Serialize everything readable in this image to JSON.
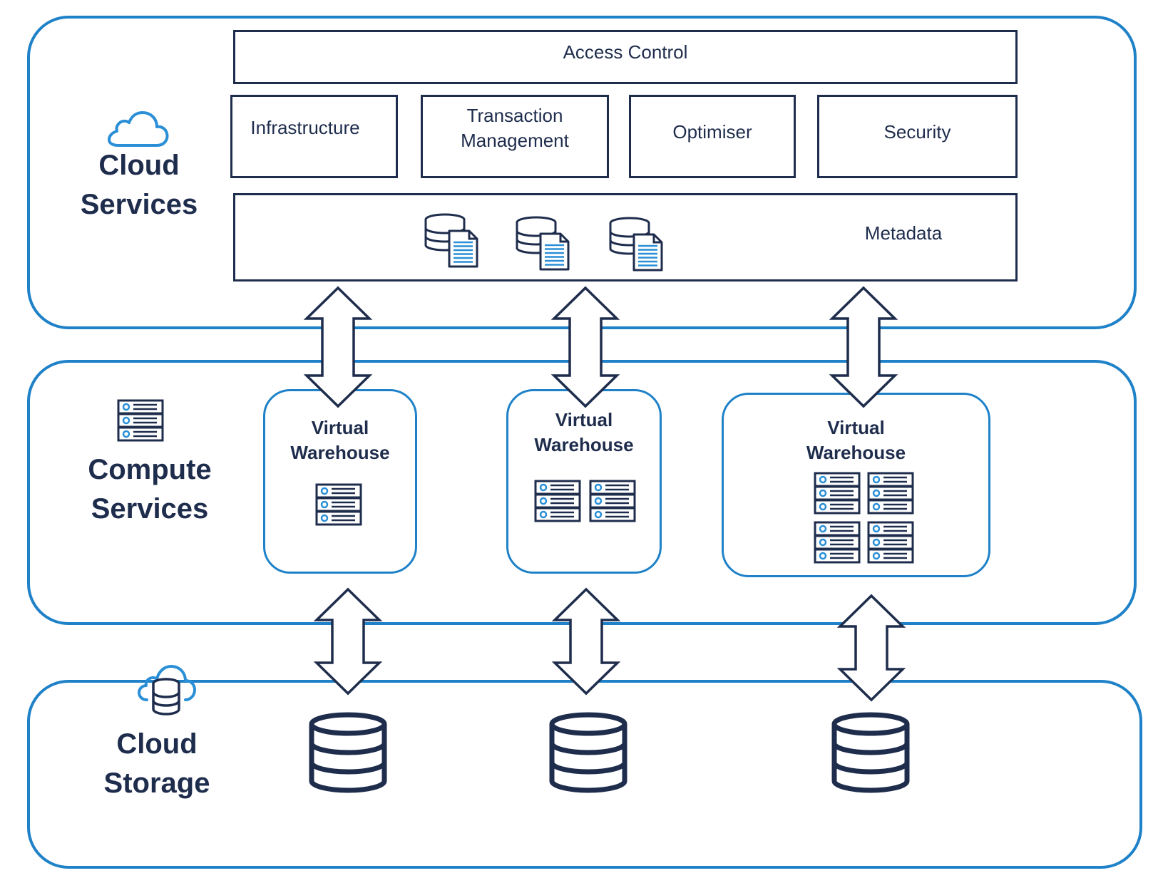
{
  "colors": {
    "accent": "#1f82c8",
    "ink": "#1f2d4d",
    "icon_blue": "#2a8fd6"
  },
  "cloud_services": {
    "title_line1": "Cloud",
    "title_line2": "Services",
    "icon": "cloud-icon",
    "access_control": "Access Control",
    "infrastructure": "Infrastructure",
    "transaction_line1": "Transaction",
    "transaction_line2": "Management",
    "optimiser": "Optimiser",
    "security": "Security",
    "metadata": "Metadata",
    "metadata_icon": "database-document-icon"
  },
  "compute_services": {
    "title_line1": "Compute",
    "title_line2": "Services",
    "icon": "server-rack-icon",
    "warehouses": [
      {
        "title_line1": "Virtual",
        "title_line2": "Warehouse",
        "server_count": 1
      },
      {
        "title_line1": "Virtual",
        "title_line2": "Warehouse",
        "server_count": 2
      },
      {
        "title_line1": "Virtual",
        "title_line2": "Warehouse",
        "server_count": 4
      }
    ]
  },
  "cloud_storage": {
    "title_line1": "Cloud",
    "title_line2": "Storage",
    "icon": "cloud-database-icon",
    "database_icon": "database-icon",
    "database_count": 3
  },
  "connector_icon": "double-arrow-icon"
}
